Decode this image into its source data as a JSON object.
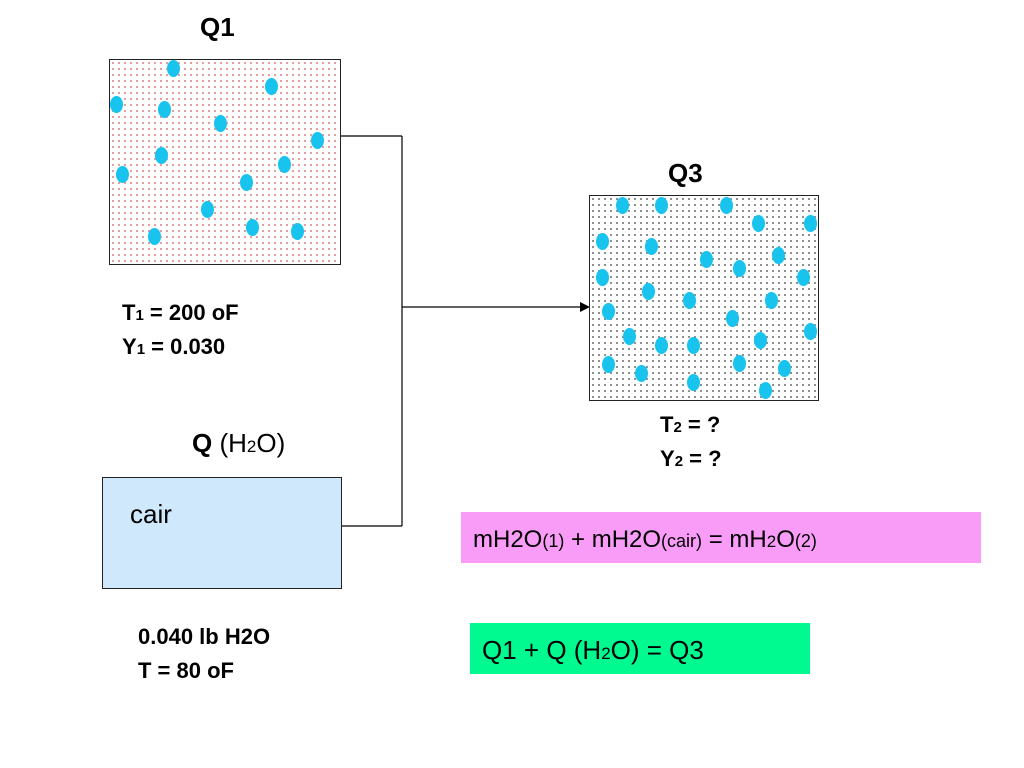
{
  "q1": {
    "title": "Q1",
    "t_label": "T",
    "t_sub": "1",
    "t_value": " = 200 oF",
    "y_label": "Y",
    "y_sub": "1",
    "y_value": "  = 0.030"
  },
  "q3": {
    "title": "Q3",
    "t_label": "T",
    "t_sub": "2",
    "t_value": "  =  ?",
    "y_label": "Y",
    "y_sub": "2",
    "y_value": "  =  ?"
  },
  "water": {
    "q_bold": "Q",
    "formula_open": " (H",
    "formula_sub": "2",
    "formula_close": "O)",
    "box_label": "cair",
    "amount": "0.040 lb  H2O",
    "temp": "T = 80 oF"
  },
  "equations": {
    "mass": {
      "a": "mH2O",
      "a_sub": "(1)",
      "plus": " + mH2O",
      "b_sub": "(cair)",
      "eq": " = mH",
      "c_sub2": "2",
      "c": "O",
      "c_sub": "(2)"
    },
    "energy": {
      "lhs": "Q1 + Q (H",
      "sub": "2",
      "rhs": "O) = Q3"
    }
  },
  "colors": {
    "particle": "#18c4ee",
    "q1_fill_dots": "#e08a8a",
    "q3_fill_dots": "#7a7a7a",
    "water_box": "#cfe8fc",
    "mass_eq_bg": "#f99cf8",
    "energy_eq_bg": "#00fa90"
  }
}
